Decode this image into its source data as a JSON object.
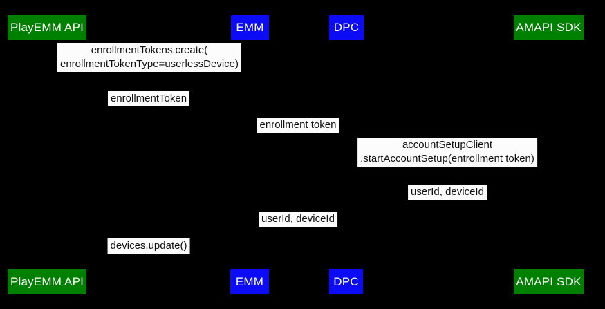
{
  "diagram": {
    "type": "sequence-diagram",
    "background_color": "#000000",
    "label_bg_color": "#fcfcfc",
    "label_text_color": "#111111",
    "actor_text_color": "#ffffff",
    "colors": {
      "actor_green": "#008000",
      "actor_blue": "#0b0bf5"
    },
    "actors": [
      {
        "label": "PlayEMM API",
        "color": "#008000"
      },
      {
        "label": "EMM",
        "color": "#0b0bf5"
      },
      {
        "label": "DPC",
        "color": "#0b0bf5"
      },
      {
        "label": "AMAPI SDK",
        "color": "#008000"
      }
    ],
    "messages": [
      {
        "between": [
          "PlayEMM API",
          "EMM"
        ],
        "label": "enrollmentTokens.create(\nenrollmentTokenType=userlessDevice)"
      },
      {
        "between": [
          "PlayEMM API",
          "EMM"
        ],
        "label": "enrollmentToken"
      },
      {
        "between": [
          "EMM",
          "DPC"
        ],
        "label": "enrollment token"
      },
      {
        "between": [
          "DPC",
          "AMAPI SDK"
        ],
        "label": "accountSetupClient\n.startAccountSetup(entrollment token)"
      },
      {
        "between": [
          "DPC",
          "AMAPI SDK"
        ],
        "label": "userId, deviceId"
      },
      {
        "between": [
          "EMM",
          "DPC"
        ],
        "label": "userId, deviceId"
      },
      {
        "between": [
          "PlayEMM API",
          "EMM"
        ],
        "label": "devices.update()"
      }
    ]
  }
}
